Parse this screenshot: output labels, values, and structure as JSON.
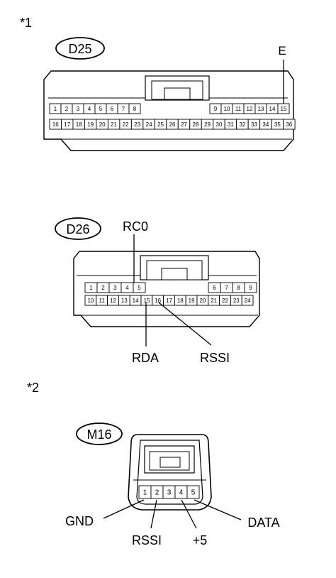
{
  "notes": {
    "first": "*1",
    "second": "*2"
  },
  "connectors": [
    {
      "id": "D25",
      "pins_top_left": [
        "1",
        "2",
        "3",
        "4",
        "5",
        "6",
        "7",
        "8"
      ],
      "pins_top_right": [
        "9",
        "10",
        "11",
        "12",
        "13",
        "14",
        "15"
      ],
      "pins_bottom": [
        "16",
        "17",
        "18",
        "19",
        "20",
        "21",
        "22",
        "23",
        "24",
        "25",
        "26",
        "27",
        "28",
        "29",
        "30",
        "31",
        "32",
        "33",
        "34",
        "35",
        "36"
      ],
      "callouts": [
        {
          "label": "E",
          "pin": "15"
        }
      ]
    },
    {
      "id": "D26",
      "pins_top_left": [
        "1",
        "2",
        "3",
        "4",
        "5"
      ],
      "pins_top_right": [
        "6",
        "7",
        "8",
        "9"
      ],
      "pins_bottom": [
        "10",
        "11",
        "12",
        "13",
        "14",
        "15",
        "16",
        "17",
        "18",
        "19",
        "20",
        "21",
        "22",
        "23",
        "24"
      ],
      "callouts": [
        {
          "label": "RC0",
          "pin": "5"
        },
        {
          "label": "RDA",
          "pin": "15"
        },
        {
          "label": "RSSI",
          "pin": "16"
        }
      ]
    },
    {
      "id": "M16",
      "pins": [
        "1",
        "2",
        "3",
        "4",
        "5"
      ],
      "callouts": [
        {
          "label": "GND",
          "pin": "1"
        },
        {
          "label": "RSSI",
          "pin": "2"
        },
        {
          "label": "+5",
          "pin": "4"
        },
        {
          "label": "DATA",
          "pin": "5"
        }
      ]
    }
  ]
}
